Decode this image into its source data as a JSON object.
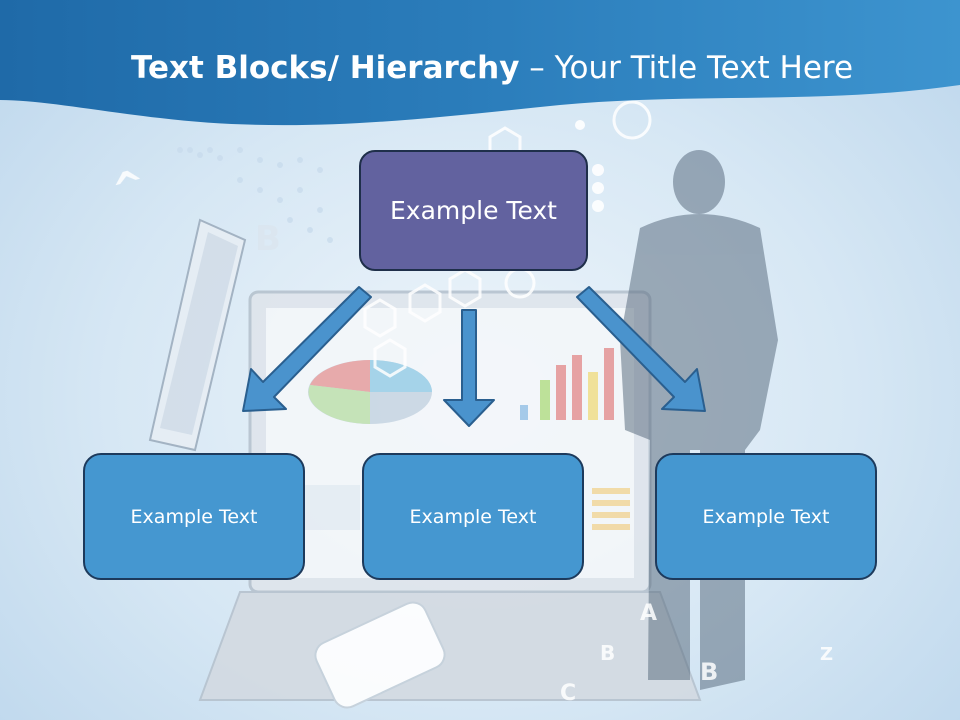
{
  "slide": {
    "title_bold": "Text Blocks/ Hierarchy",
    "title_dash": " – ",
    "title_regular": "Your Title Text Here"
  },
  "hierarchy": {
    "top": {
      "label": "Example Text"
    },
    "children": [
      {
        "label": "Example Text"
      },
      {
        "label": "Example Text"
      },
      {
        "label": "Example Text"
      }
    ]
  },
  "colors": {
    "header_blue": "#2a78b5",
    "top_box": "#62629f",
    "child_box": "#4597d0",
    "arrow": "#4a93cd"
  }
}
